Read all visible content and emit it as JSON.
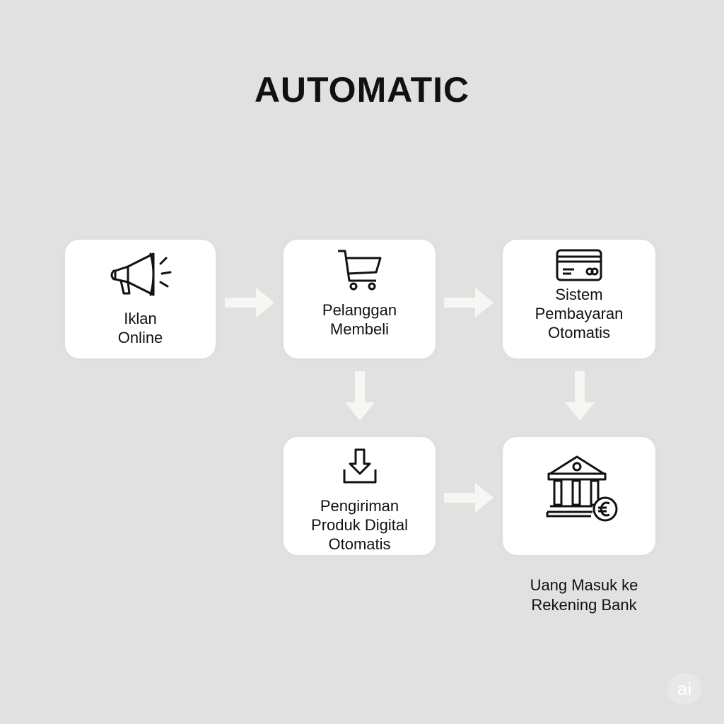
{
  "title": "AUTOMATIC",
  "nodes": [
    {
      "label_lines": [
        "Iklan",
        "Online"
      ],
      "icon": "megaphone-icon"
    },
    {
      "label_lines": [
        "Pelanggan",
        "Membeli"
      ],
      "icon": "shopping-cart-icon"
    },
    {
      "label_lines": [
        "Sistem",
        "Pembayaran",
        "Otomatis"
      ],
      "icon": "credit-card-icon"
    },
    {
      "label_lines": [
        "Pengiriman",
        "Produk Digital",
        "Otomatis"
      ],
      "icon": "download-icon"
    },
    {
      "label_lines": [
        "Uang Masuk ke",
        "Rekening Bank"
      ],
      "icon": "bank-euro-icon"
    }
  ],
  "watermark": "ai",
  "colors": {
    "background": "#e1e1e1",
    "box": "#ffffff",
    "arrow": "#f7f6f2",
    "text": "#111111"
  }
}
